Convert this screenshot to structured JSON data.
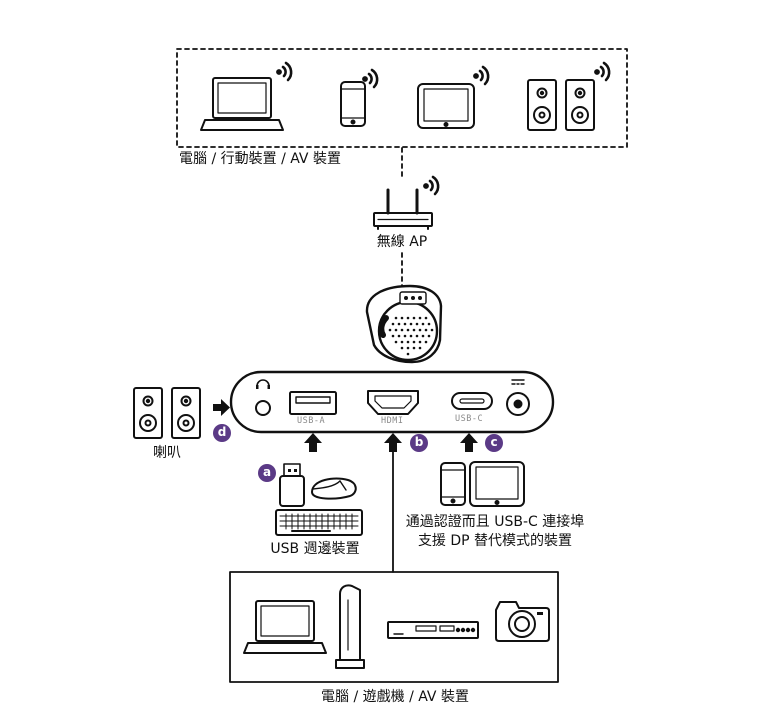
{
  "labels": {
    "wireless_devices": "電腦 / 行動裝置 / AV 裝置",
    "wireless_ap": "無線 AP",
    "speaker": "喇叭",
    "usb_peripherals": "USB 週邊裝置",
    "usbc_line1": "通過認證而且 USB-C 連接埠",
    "usbc_line2": "支援 DP 替代模式的裝置",
    "wired_devices": "電腦 / 遊戲機 / AV 裝置"
  },
  "ports": {
    "usb_a": "USB-A",
    "hdmi": "HDMI",
    "usb_c": "USB-C"
  },
  "badges": {
    "a": "a",
    "b": "b",
    "c": "c",
    "d": "d"
  },
  "colors": {
    "badge": "#5b3a86",
    "line": "#111111",
    "port_label": "#8a8a8a"
  },
  "icons": [
    "laptop-icon",
    "phone-icon",
    "tablet-icon",
    "speaker-icon",
    "wifi-icon",
    "router-icon",
    "projector-icon",
    "headphone-icon",
    "usb-drive-icon",
    "mouse-icon",
    "keyboard-icon",
    "game-console-icon",
    "disc-player-icon",
    "camera-icon",
    "dc-power-icon",
    "arrow-icon"
  ]
}
